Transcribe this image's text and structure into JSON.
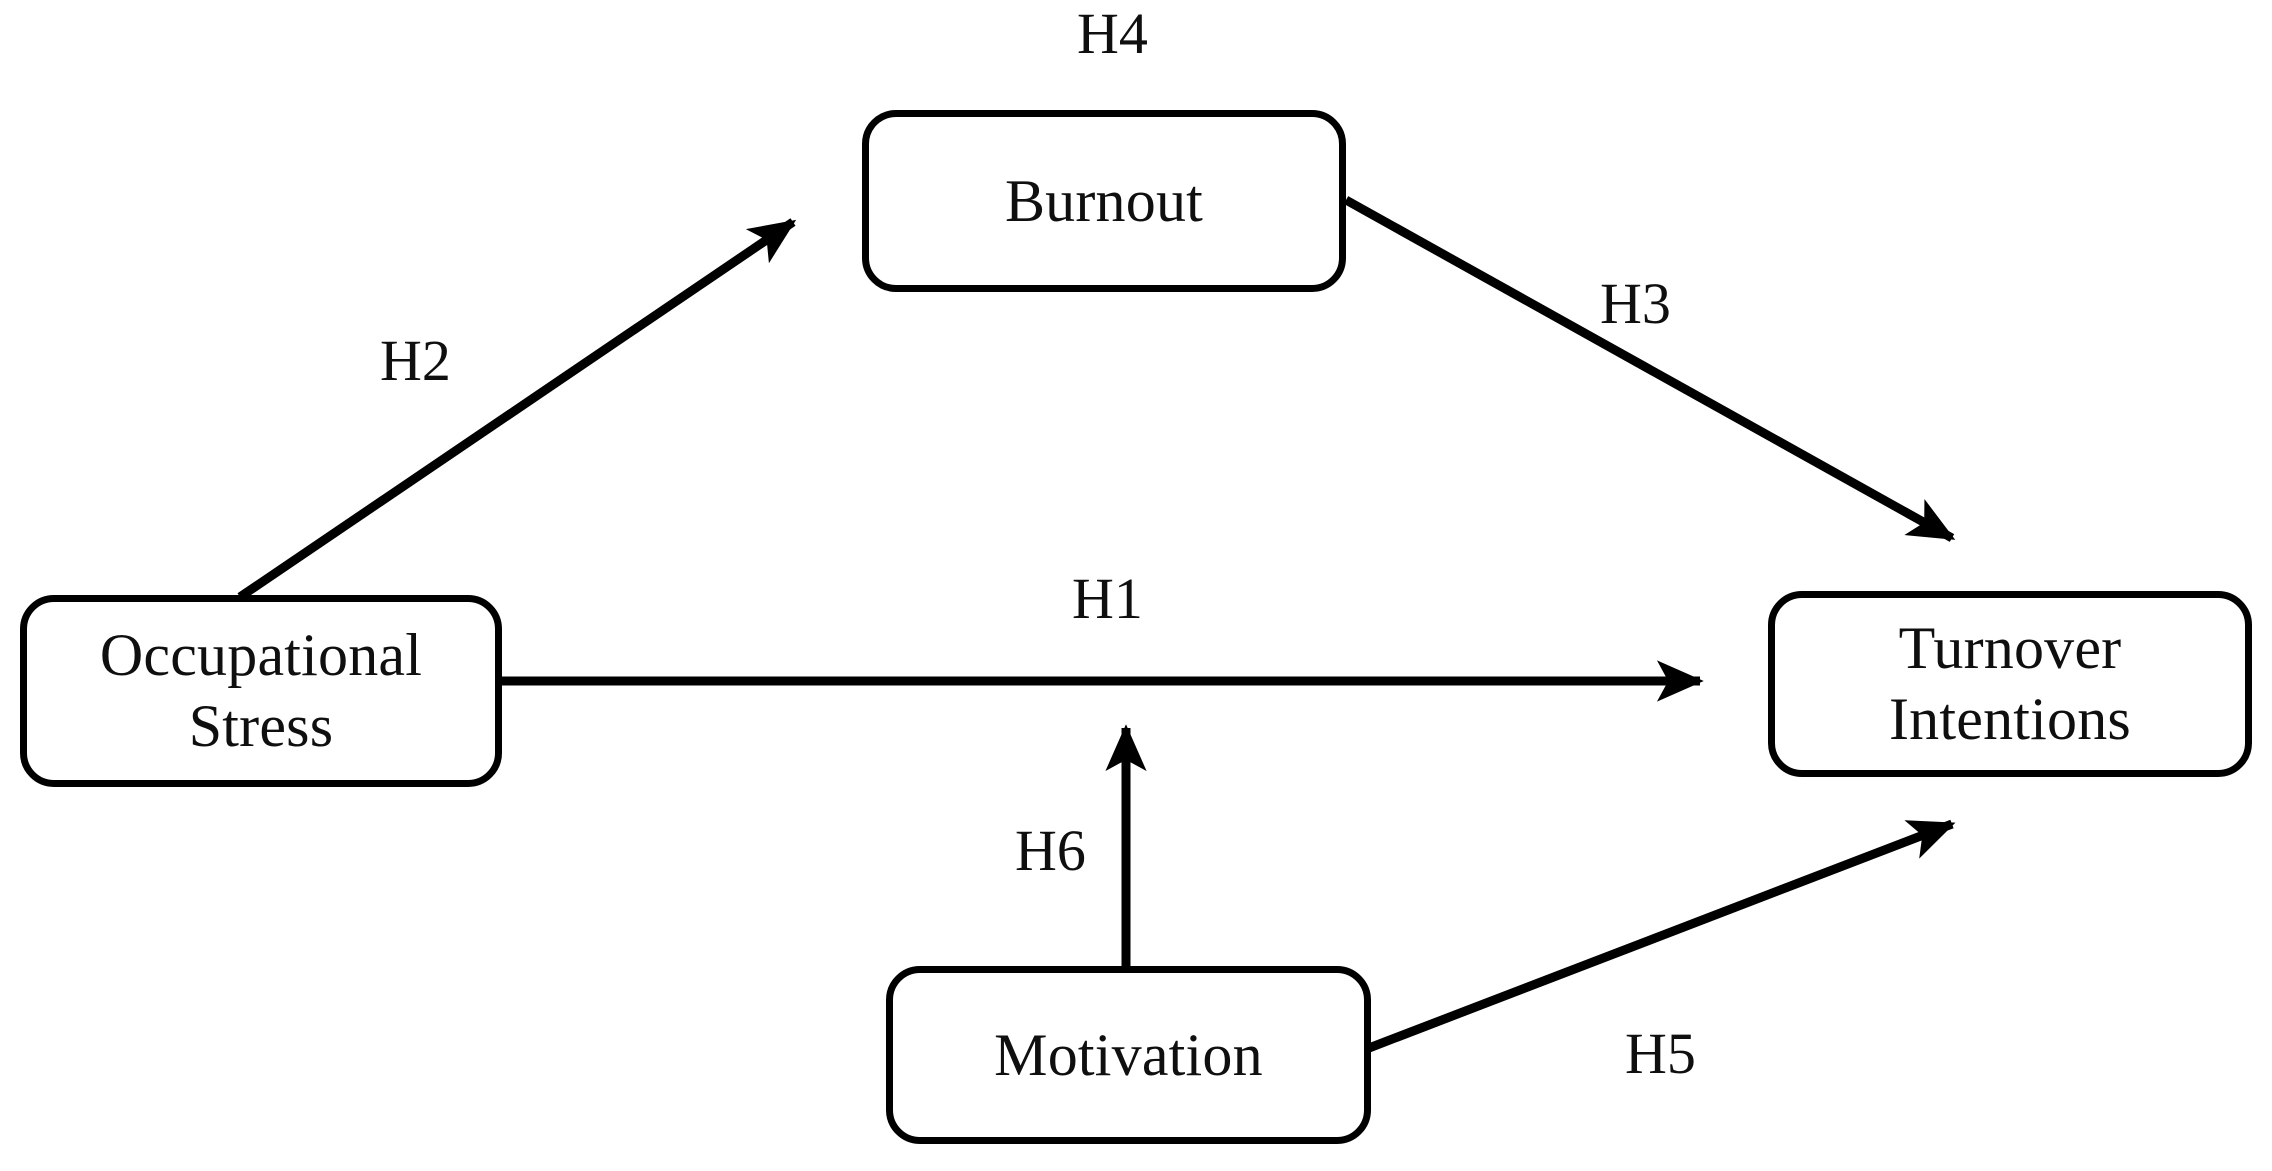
{
  "diagram": {
    "type": "conceptual-research-model",
    "background_color": "#ffffff",
    "line_color": "#000000",
    "nodes": [
      {
        "id": "occupational-stress",
        "label": "Occupational\nStress",
        "lines": [
          "Occupational",
          "Stress"
        ],
        "role": "independent-variable"
      },
      {
        "id": "burnout",
        "label": "Burnout",
        "lines": [
          "Burnout"
        ],
        "role": "mediator"
      },
      {
        "id": "turnover-intentions",
        "label": "Turnover\nIntentions",
        "lines": [
          "Turnover",
          "Intentions"
        ],
        "role": "dependent-variable"
      },
      {
        "id": "motivation",
        "label": "Motivation",
        "lines": [
          "Motivation"
        ],
        "role": "moderator"
      }
    ],
    "hypotheses": [
      {
        "id": "h1",
        "label": "H1",
        "from": "occupational-stress",
        "to": "turnover-intentions",
        "has_arrowhead": true
      },
      {
        "id": "h2",
        "label": "H2",
        "from": "occupational-stress",
        "to": "burnout",
        "has_arrowhead": true
      },
      {
        "id": "h3",
        "label": "H3",
        "from": "burnout",
        "to": "turnover-intentions",
        "has_arrowhead": true
      },
      {
        "id": "h4",
        "label": "H4",
        "from": "occupational-stress",
        "to": "turnover-intentions",
        "note": "mediation-label-above-burnout",
        "has_arrowhead": false
      },
      {
        "id": "h5",
        "label": "H5",
        "from": "motivation",
        "to": "turnover-intentions",
        "has_arrowhead": true
      },
      {
        "id": "h6",
        "label": "H6",
        "from": "motivation",
        "to": "h1-path",
        "has_arrowhead": true
      }
    ]
  }
}
